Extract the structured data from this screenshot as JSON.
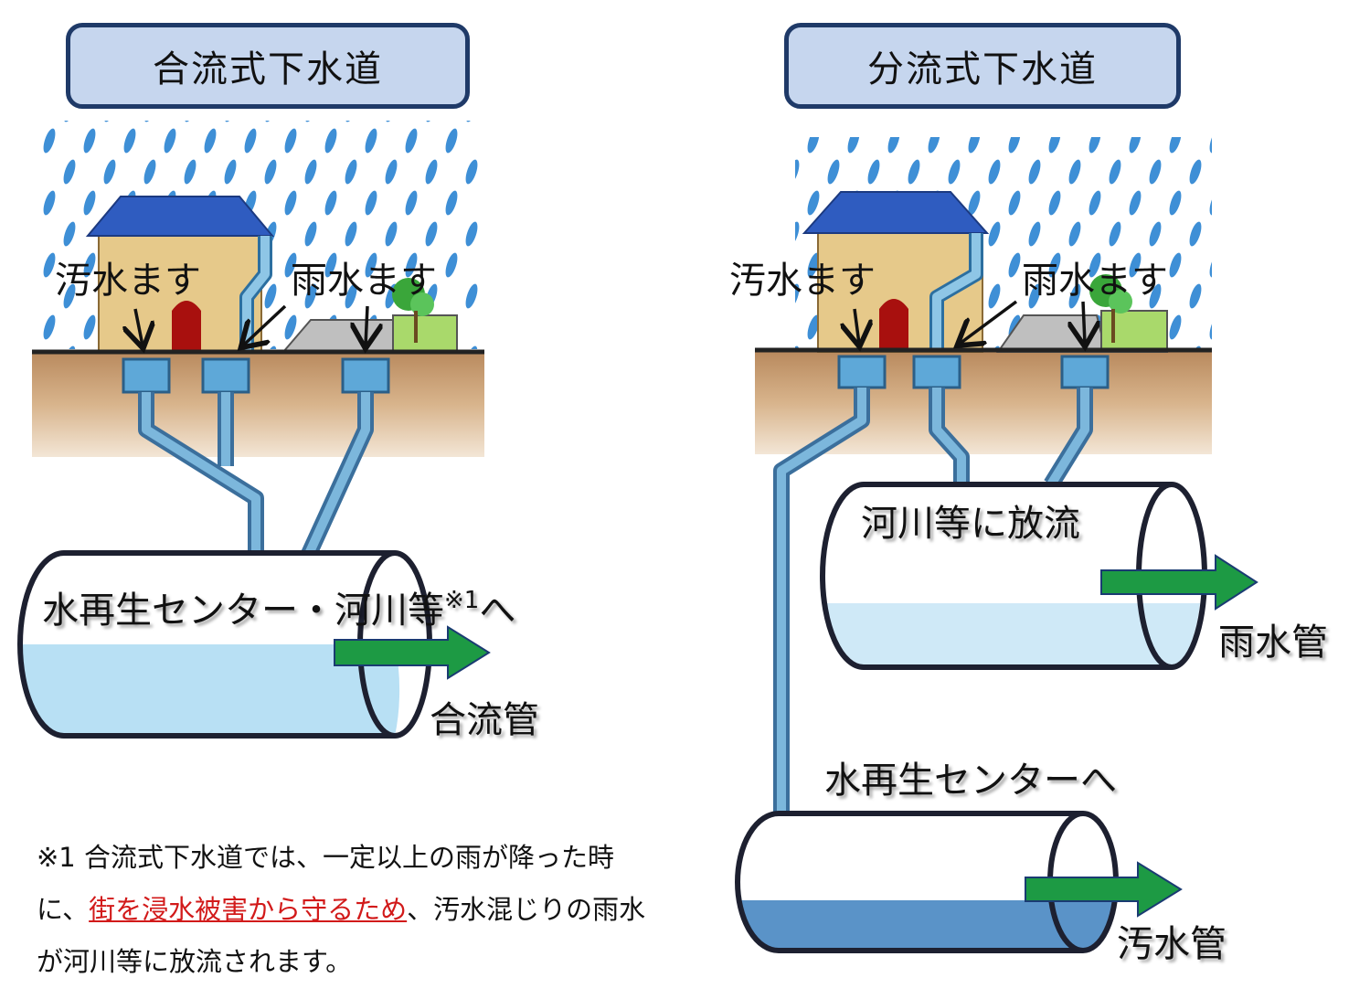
{
  "combined": {
    "title": "合流式下水道",
    "label_sewage_inlet": "汚水ます",
    "label_rain_inlet": "雨水ます",
    "pipe_text": "水再生センター・河川等",
    "pipe_text_sup": "※1",
    "pipe_text_end": "へ",
    "pipe_name": "合流管"
  },
  "separate": {
    "title": "分流式下水道",
    "label_sewage_inlet": "汚水ます",
    "label_rain_inlet": "雨水ます",
    "rain_pipe_text": "河川等に放流",
    "rain_pipe_name": "雨水管",
    "sewage_pipe_text": "水再生センターへ",
    "sewage_pipe_name": "汚水管"
  },
  "footnote": {
    "prefix": "※1 合流式下水道では、一定以上の雨が降った時に、",
    "highlight": "街を浸水被害から守るため",
    "suffix": "、汚水混じりの雨水が河川等に放流されます。"
  },
  "colors": {
    "rain": "#3e8fd6",
    "pipe_water_light": "#b8e0f4",
    "pipe_water_dark": "#5a93c8",
    "arrow": "#1d9a44",
    "soil": "#c9a07a",
    "roof": "#2f5cc0",
    "wall": "#e6c98a",
    "title_fill": "#c6d6ee",
    "title_border": "#1f3a68",
    "highlight_text": "#d21a1a"
  }
}
